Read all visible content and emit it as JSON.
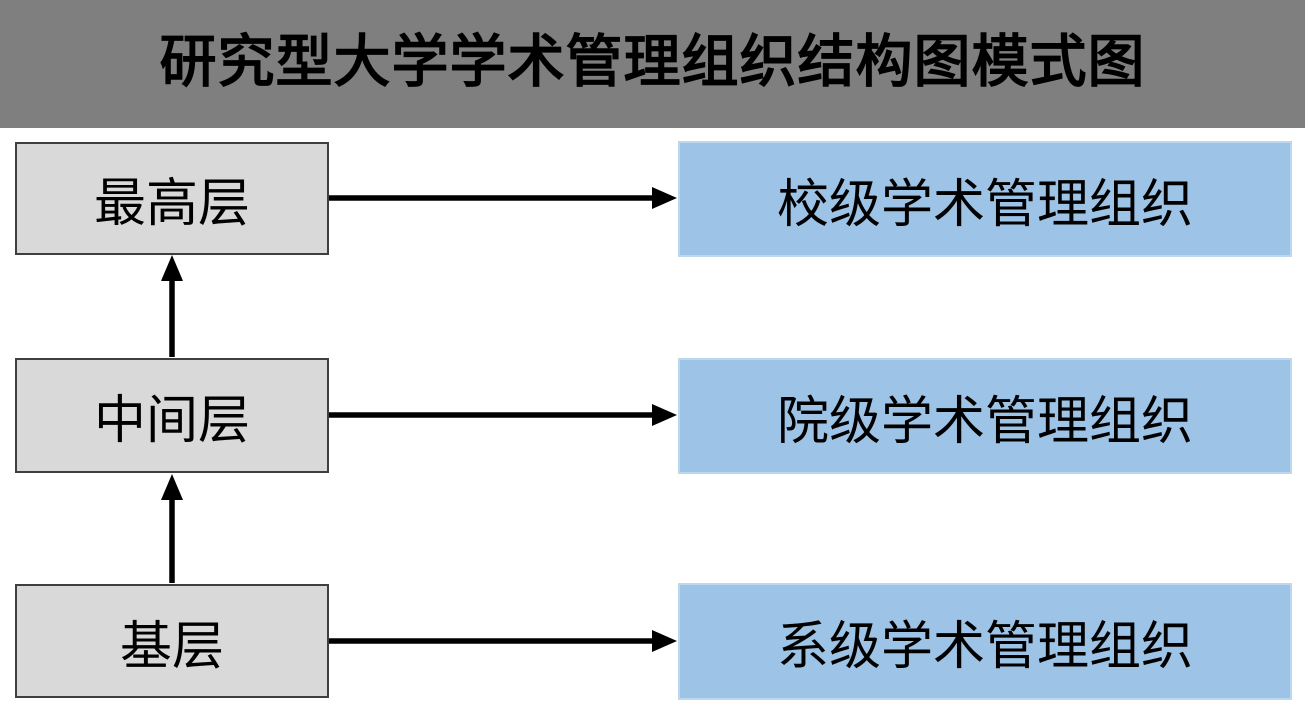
{
  "title": "研究型大学学术管理组织结构图模式图",
  "diagram": {
    "type": "flow-diagram",
    "rows": [
      {
        "level": "最高层",
        "org": "校级学术管理组织"
      },
      {
        "level": "中间层",
        "org": "院级学术管理组织"
      },
      {
        "level": "基层",
        "org": "系级学术管理组织"
      }
    ],
    "vertical_flow": [
      "基层 → 中间层",
      "中间层 → 最高层"
    ],
    "horizontal_flow": [
      "最高层 → 校级学术管理组织",
      "中间层 → 院级学术管理组织",
      "基层 → 系级学术管理组织"
    ]
  },
  "colors": {
    "header_bg": "#7f7f7f",
    "title_text": "#000000",
    "level_box_fill": "#d9d9d9",
    "level_box_border": "#3f3f3f",
    "org_box_fill": "#9dc3e6",
    "org_box_border": "#bdd7ee",
    "arrow": "#000000",
    "page_bg": "#ffffff"
  }
}
